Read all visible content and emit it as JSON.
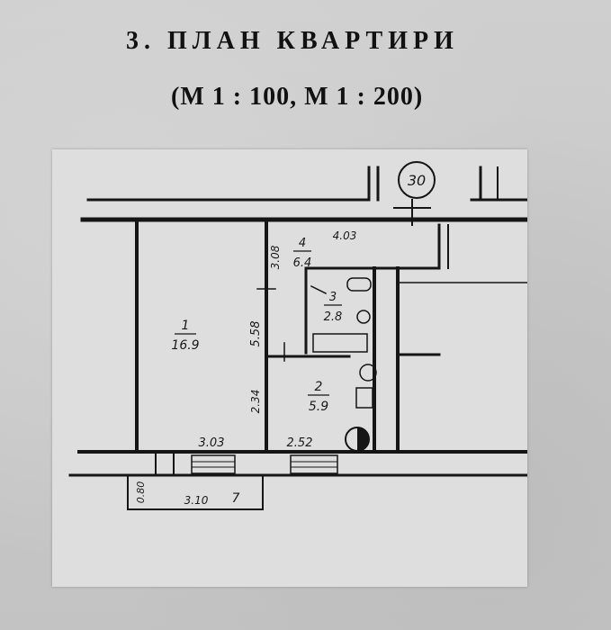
{
  "header": {
    "title": "3. ПЛАН КВАРТИРИ",
    "scale": "(М 1 : 100, М 1 : 200)"
  },
  "plan": {
    "apartment_number": "30",
    "rooms": [
      {
        "number": "1",
        "area": "16.9"
      },
      {
        "number": "2",
        "area": "5.9"
      },
      {
        "number": "3",
        "area": "2.8"
      },
      {
        "number": "4",
        "area": "6.4"
      }
    ],
    "dimensions": {
      "room1_height": "5.58",
      "room1_width": "3.03",
      "corridor_height": "3.08",
      "corridor_width": "4.03",
      "kitchen_height": "2.34",
      "kitchen_width": "2.52",
      "balcony_width": "3.10",
      "balcony_depth": "0.80",
      "balcony_mark": "7"
    }
  }
}
